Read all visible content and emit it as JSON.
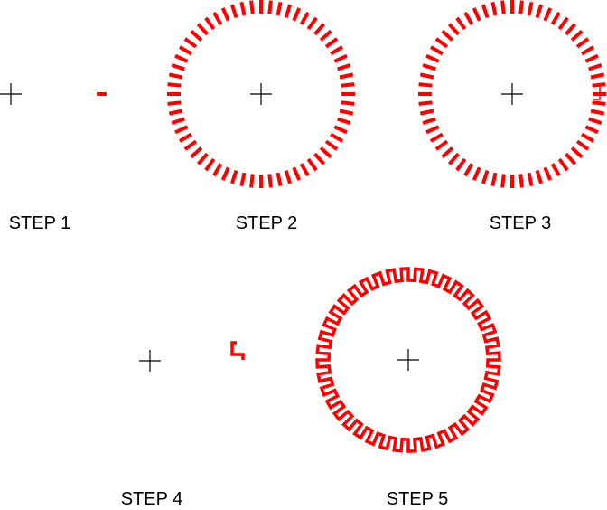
{
  "steps": [
    {
      "label": "STEP 1"
    },
    {
      "label": "STEP 2"
    },
    {
      "label": "STEP 3"
    },
    {
      "label": "STEP 4"
    },
    {
      "label": "STEP 5"
    }
  ],
  "colors": {
    "mark": "#ff0000",
    "crosshair": "#000000"
  }
}
